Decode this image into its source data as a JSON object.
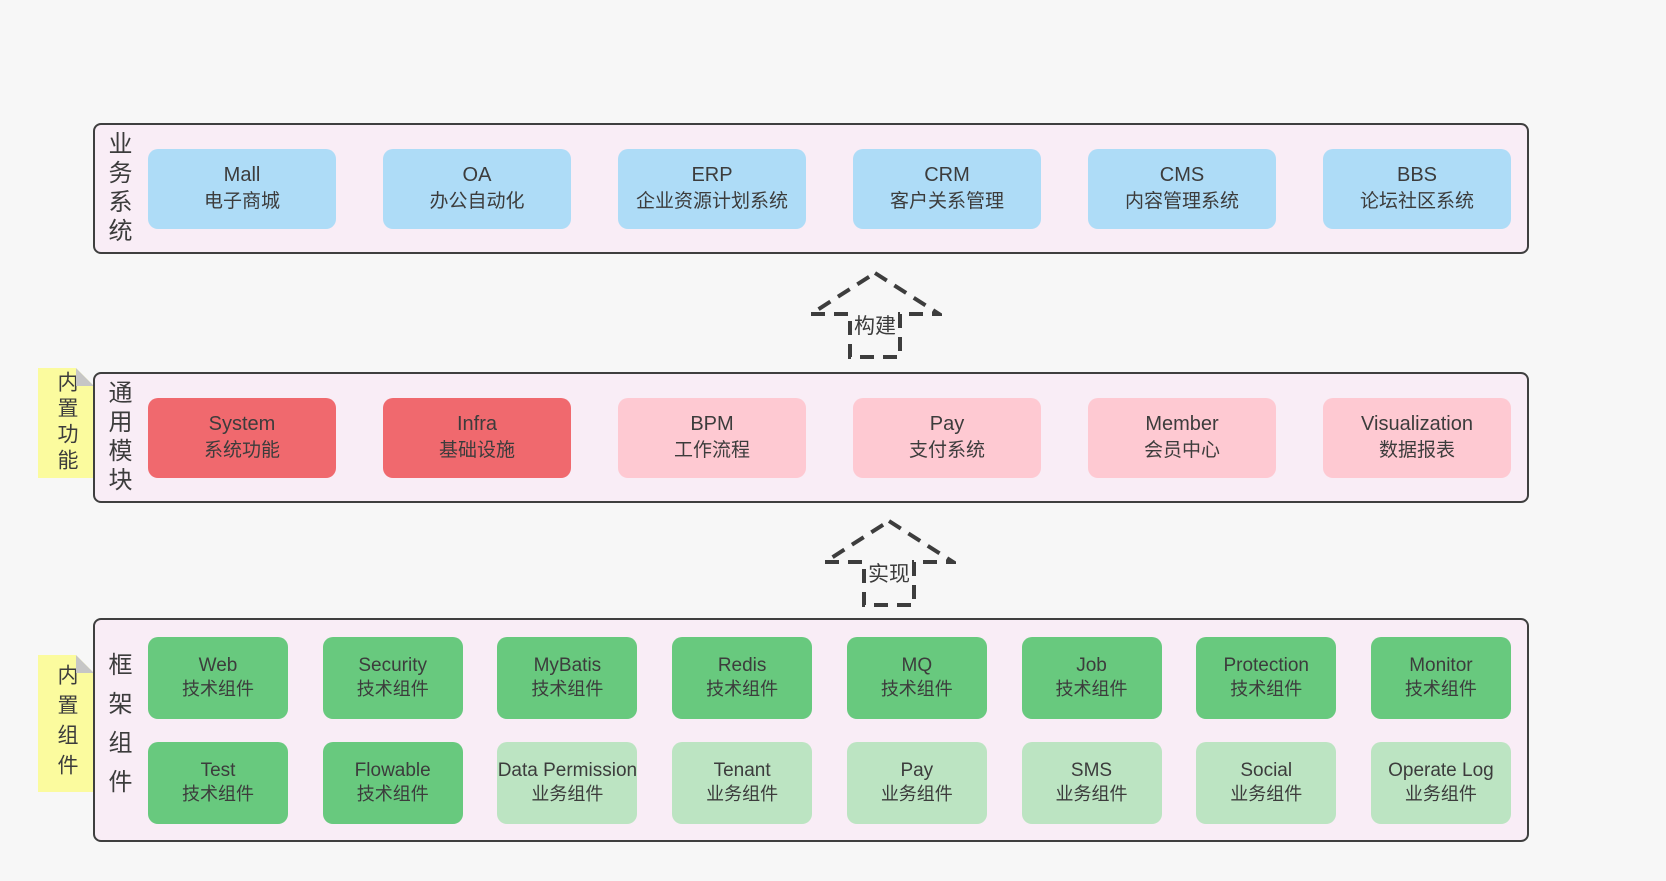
{
  "colors": {
    "page_bg": "#f7f7f7",
    "panel_bg": "#f9edf6",
    "panel_border": "#3f3f3f",
    "card_blue": "#aedcf7",
    "card_red": "#f0696e",
    "card_pink": "#fec9d2",
    "card_green": "#68c97e",
    "card_light_green": "#bce4c2",
    "sticky_yellow": "#fbfb9e",
    "sticky_fold": "#c6c6c6",
    "text": "#3c3c3c",
    "arrow": "#3d3d3d"
  },
  "layers": {
    "business": {
      "label": "业务系统",
      "boxes": [
        {
          "title": "Mall",
          "subtitle": "电子商城"
        },
        {
          "title": "OA",
          "subtitle": "办公自动化"
        },
        {
          "title": "ERP",
          "subtitle": "企业资源计划系统"
        },
        {
          "title": "CRM",
          "subtitle": "客户关系管理"
        },
        {
          "title": "CMS",
          "subtitle": "内容管理系统"
        },
        {
          "title": "BBS",
          "subtitle": "论坛社区系统"
        }
      ]
    },
    "modules": {
      "label": "通用模块",
      "note": "内置功能",
      "boxes": [
        {
          "title": "System",
          "subtitle": "系统功能"
        },
        {
          "title": "Infra",
          "subtitle": "基础设施"
        },
        {
          "title": "BPM",
          "subtitle": "工作流程"
        },
        {
          "title": "Pay",
          "subtitle": "支付系统"
        },
        {
          "title": "Member",
          "subtitle": "会员中心"
        },
        {
          "title": "Visualization",
          "subtitle": "数据报表"
        }
      ]
    },
    "components": {
      "label": "框架组件",
      "note": "内置组件",
      "row1": [
        {
          "title": "Web",
          "subtitle": "技术组件"
        },
        {
          "title": "Security",
          "subtitle": "技术组件"
        },
        {
          "title": "MyBatis",
          "subtitle": "技术组件"
        },
        {
          "title": "Redis",
          "subtitle": "技术组件"
        },
        {
          "title": "MQ",
          "subtitle": "技术组件"
        },
        {
          "title": "Job",
          "subtitle": "技术组件"
        },
        {
          "title": "Protection",
          "subtitle": "技术组件"
        },
        {
          "title": "Monitor",
          "subtitle": "技术组件"
        }
      ],
      "row2": [
        {
          "title": "Test",
          "subtitle": "技术组件"
        },
        {
          "title": "Flowable",
          "subtitle": "技术组件"
        },
        {
          "title": "Data Permission",
          "subtitle": "业务组件"
        },
        {
          "title": "Tenant",
          "subtitle": "业务组件"
        },
        {
          "title": "Pay",
          "subtitle": "业务组件"
        },
        {
          "title": "SMS",
          "subtitle": "业务组件"
        },
        {
          "title": "Social",
          "subtitle": "业务组件"
        },
        {
          "title": "Operate Log",
          "subtitle": "业务组件"
        }
      ]
    }
  },
  "arrows": {
    "build": {
      "label": "构建"
    },
    "implement": {
      "label": "实现"
    }
  }
}
